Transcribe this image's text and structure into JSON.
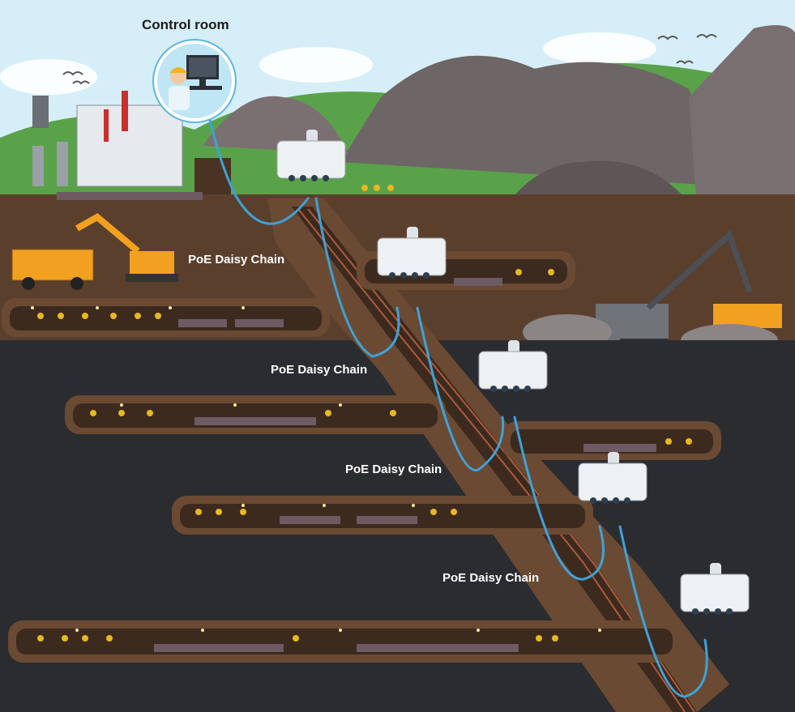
{
  "control_room": {
    "label": "Control room",
    "icon": "operator-computer-icon"
  },
  "links": [
    {
      "label": "PoE Daisy Chain"
    },
    {
      "label": "PoE Daisy Chain"
    },
    {
      "label": "PoE Daisy Chain"
    },
    {
      "label": "PoE Daisy Chain"
    }
  ],
  "devices": [
    {
      "icon": "poe-switch-device-icon"
    },
    {
      "icon": "poe-switch-device-icon"
    },
    {
      "icon": "poe-switch-device-icon"
    },
    {
      "icon": "poe-switch-device-icon"
    },
    {
      "icon": "poe-switch-device-icon"
    }
  ],
  "colors": {
    "sky": "#cfe9f6",
    "cable": "#3da2d8",
    "underground": "#2b2c30",
    "earth": "#6a4a33",
    "tunnel": "#3c2a1f",
    "device": "#eef1f3"
  }
}
